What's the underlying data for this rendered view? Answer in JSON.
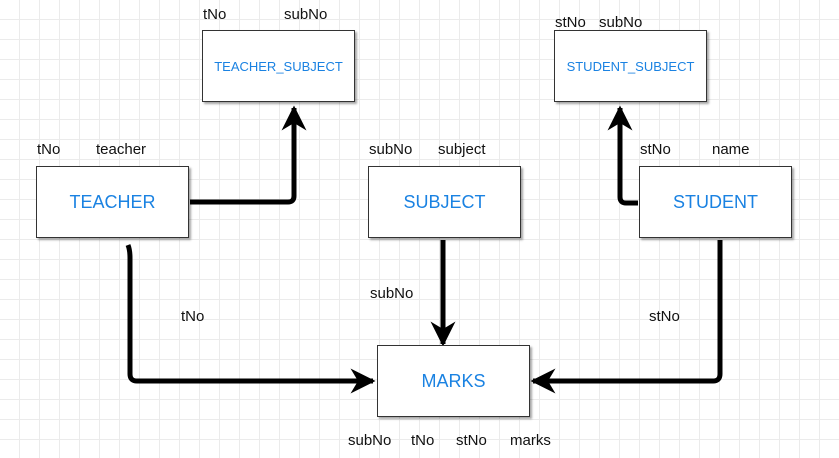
{
  "entities": {
    "teacher": {
      "label": "TEACHER",
      "attrs": [
        "tNo",
        "teacher"
      ]
    },
    "subject": {
      "label": "SUBJECT",
      "attrs": [
        "subNo",
        "subject"
      ]
    },
    "student": {
      "label": "STUDENT",
      "attrs": [
        "stNo",
        "name"
      ]
    },
    "teacher_subject": {
      "label": "TEACHER_SUBJECT",
      "attrs": [
        "tNo",
        "subNo"
      ]
    },
    "student_subject": {
      "label": "STUDENT_SUBJECT",
      "attrs": [
        "stNo",
        "subNo"
      ]
    },
    "marks": {
      "label": "MARKS",
      "attrs": [
        "subNo",
        "tNo",
        "stNo",
        "marks"
      ]
    }
  },
  "edge_labels": {
    "teacher_to_marks": "tNo",
    "subject_to_marks": "subNo",
    "student_to_marks": "stNo"
  },
  "colors": {
    "entity_text": "#1a82e2",
    "edge": "#000000"
  }
}
